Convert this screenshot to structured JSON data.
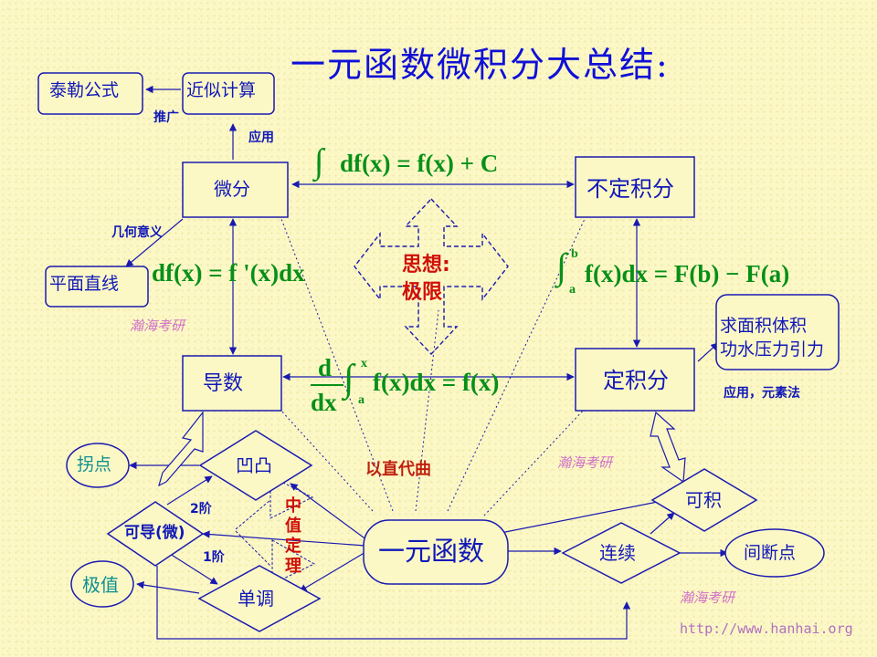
{
  "title": "一元函数微积分大总结:",
  "nodes": {
    "taylor": "泰勒公式",
    "approx": "近似计算",
    "differential": "微分",
    "indefinite": "不定积分",
    "plane_line": "平面直线",
    "derivative": "导数",
    "definite": "定积分",
    "area_volume_line1": "求面积体积",
    "area_volume_line2": "功水压力引力",
    "inflection": "拐点",
    "convexity": "凹凸",
    "differentiable": "可导(微)",
    "extremum": "极值",
    "monotonic": "单调",
    "function": "一元函数",
    "continuous": "连续",
    "integrable": "可积",
    "discontinuity": "间断点"
  },
  "edge_labels": {
    "generalize": "推广",
    "apply": "应用",
    "geometric": "几何意义",
    "apply_element": "应用，元素法",
    "second_order": "2阶",
    "first_order": "1阶",
    "straight_for_curve": "以直代曲"
  },
  "formulas": {
    "indefinite_rel_int": "∫",
    "indefinite_rel": "df(x) = f(x) + C",
    "diff_rel": "df(x) = f '(x)dx",
    "nl_int": "∫",
    "nl_upper": "b",
    "nl_lower": "a",
    "newton_leibniz": "f(x)dx = F(b) − F(a)",
    "deriv_num": "d",
    "deriv_den": "dx",
    "deriv_int": "∫",
    "deriv_upper": "x",
    "deriv_lower": "a",
    "deriv_rel": "f(x)dx = f(x)"
  },
  "center": {
    "line1": "思想:",
    "line2": "极限"
  },
  "mvt": [
    "中",
    "值",
    "定",
    "理"
  ],
  "watermarks": [
    "瀚海考研",
    "瀚海考研",
    "瀚海考研"
  ],
  "url": "http://www.hanhai.org",
  "colors": {
    "background": "#fcf8c6",
    "box_stroke": "#1a1ab0",
    "box_fill": "#fcf8c6",
    "formula": "#079018",
    "title": "#1010d8",
    "red": "#d01008",
    "watermark": "#d070c8"
  }
}
